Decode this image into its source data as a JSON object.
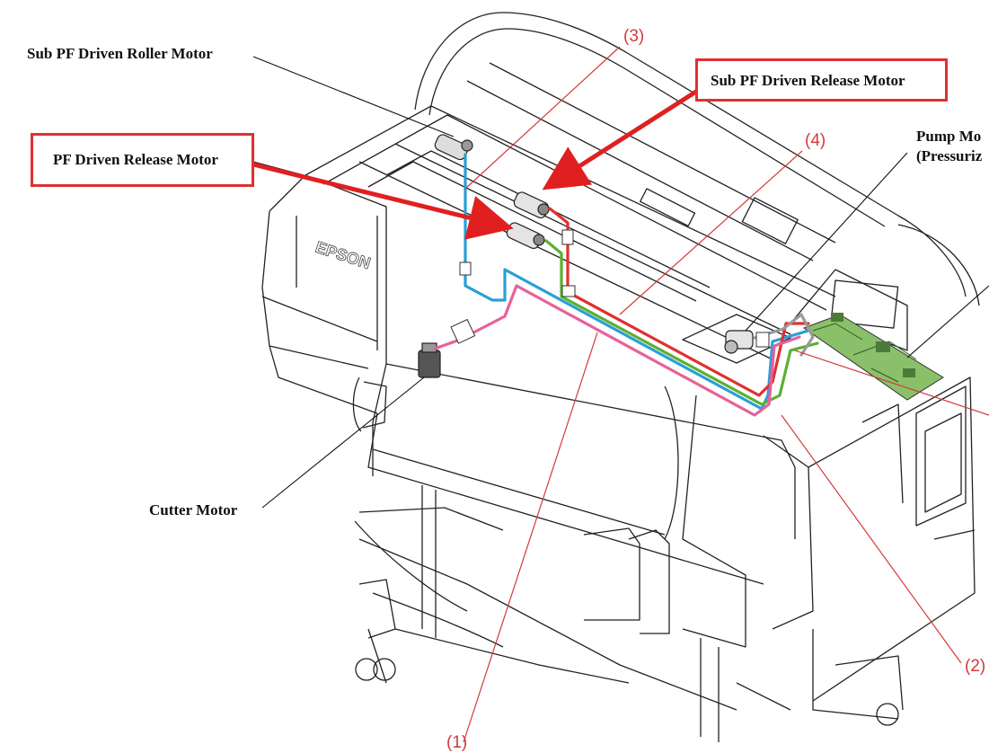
{
  "labels": {
    "sub_pf_driven_roller_motor": "Sub PF Driven Roller Motor",
    "sub_pf_driven_release_motor": "Sub PF Driven Release Motor",
    "pf_driven_release_motor": "PF Driven Release Motor",
    "pump_motor": "Pump Mo",
    "pressurize": "(Pressuriz",
    "cutter_motor": "Cutter Motor",
    "brand": "EPSON"
  },
  "callouts": {
    "n1": "(1)",
    "n2": "(2)",
    "n3": "(3)",
    "n4": "(4)"
  },
  "colors": {
    "callout_line": "#d23a3a",
    "highlight_box": "#e03030",
    "arrow": "#e02020",
    "cable_blue": "#2a9fd6",
    "cable_red": "#e03030",
    "cable_green": "#5cb030",
    "cable_pink": "#e8609a",
    "cable_gray": "#9a9a9a",
    "board_green": "#8ac06a"
  }
}
